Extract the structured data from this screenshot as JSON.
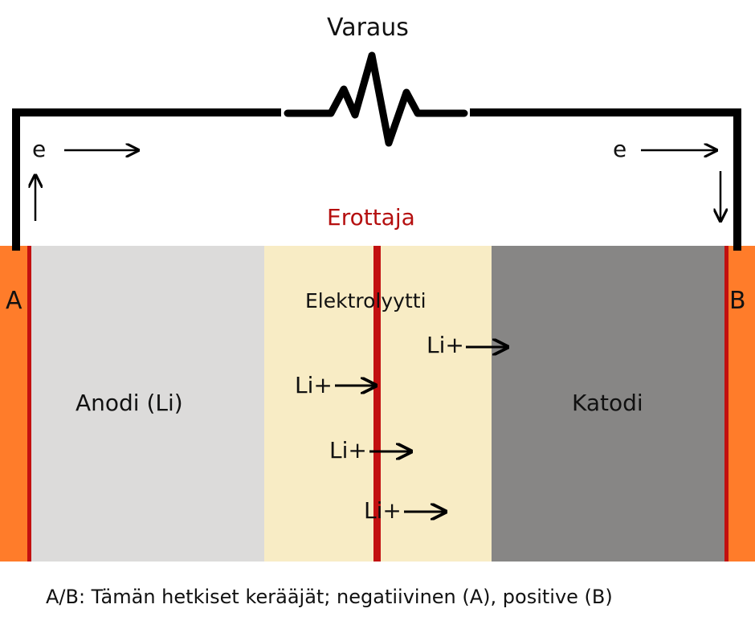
{
  "title": "Varaus",
  "separator_label": "Erottaja",
  "electrolyte_label": "Elektrolyytti",
  "anode_label": "Anodi (Li)",
  "cathode_label": "Katodi",
  "collector_left_label": "A",
  "collector_right_label": "B",
  "electron_label": "e",
  "ion_label": "Li+",
  "caption": "A/B: Tämän hetkiset kerääjät; negatiivinen (A), positive (B)",
  "colors": {
    "collector": "#ff7c2a",
    "collector_edge": "#c21010",
    "anode": "#dcdbda",
    "electrolyte": "#f8ecc5",
    "separator": "#c21010",
    "cathode": "#878685",
    "wire": "#000000",
    "separator_text": "#b50f0f"
  }
}
